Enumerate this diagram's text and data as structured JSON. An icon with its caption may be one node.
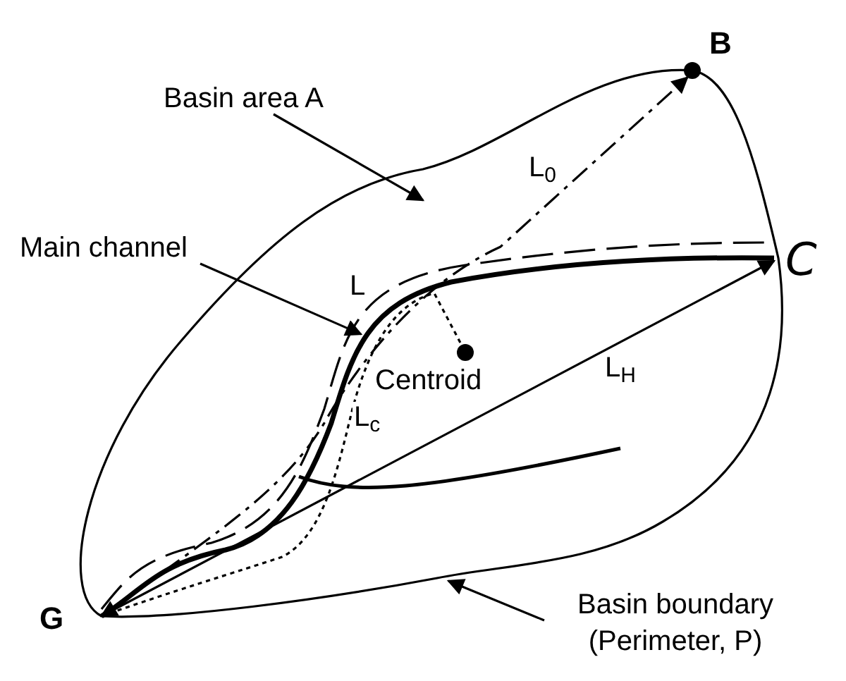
{
  "diagram": {
    "nodes": [
      {
        "text": [
          "Basin area A"
        ]
      },
      {
        "text": [],
        "shape": "circle",
        "beside": [
          "B"
        ]
      },
      {
        "text": [
          "Main channel"
        ]
      },
      {
        "text": [],
        "shape": "circle",
        "beside": [
          "Centroid"
        ]
      },
      {
        "text": [
          "C"
        ]
      },
      {
        "text": [
          "G"
        ]
      },
      {
        "text": [
          "Basin boundary (Perimeter, P)"
        ]
      }
    ],
    "edges": [
      {
        "from": 0,
        "to": null,
        "arrow": "to"
      },
      {
        "from": 2,
        "to": null,
        "arrow": "to"
      },
      {
        "from": 6,
        "to": null,
        "arrow": "to"
      },
      {
        "from": 5,
        "to": 1,
        "arrow": "to",
        "style": "dashed",
        "label": "L$_{0}$"
      },
      {
        "from": 5,
        "to": 4,
        "arrow": "none",
        "style": "dashed",
        "label": "L"
      },
      {
        "from": 4,
        "to": 5,
        "arrow": "to",
        "style": "thick"
      },
      {
        "from": 5,
        "to": 4,
        "arrow": "to",
        "label": "L$_{H}$"
      },
      {
        "from": 5,
        "to": 3,
        "arrow": "none",
        "style": "dashed",
        "label": "L$_{c}$"
      }
    ]
  }
}
